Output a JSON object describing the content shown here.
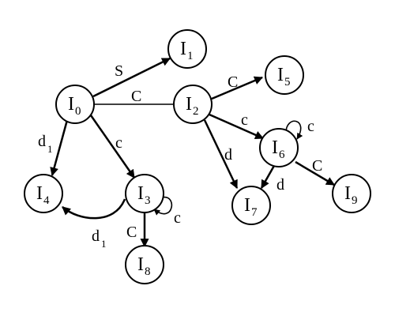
{
  "nodes": [
    {
      "id": "I0",
      "label": "I",
      "sub": "0"
    },
    {
      "id": "I1",
      "label": "I",
      "sub": "1"
    },
    {
      "id": "I2",
      "label": "I",
      "sub": "2"
    },
    {
      "id": "I3",
      "label": "I",
      "sub": "3"
    },
    {
      "id": "I4",
      "label": "I",
      "sub": "4"
    },
    {
      "id": "I5",
      "label": "I",
      "sub": "5"
    },
    {
      "id": "I6",
      "label": "I",
      "sub": "6"
    },
    {
      "id": "I7",
      "label": "I",
      "sub": "7"
    },
    {
      "id": "I8",
      "label": "I",
      "sub": "8"
    },
    {
      "id": "I9",
      "label": "I",
      "sub": "9"
    }
  ],
  "edges": [
    {
      "from": "I0",
      "to": "I1",
      "label": "S",
      "sub": ""
    },
    {
      "from": "I0",
      "to": "I2",
      "label": "C",
      "sub": ""
    },
    {
      "from": "I0",
      "to": "I4",
      "label": "d",
      "sub": "1"
    },
    {
      "from": "I0",
      "to": "I3",
      "label": "c",
      "sub": ""
    },
    {
      "from": "I2",
      "to": "I5",
      "label": "C",
      "sub": ""
    },
    {
      "from": "I2",
      "to": "I6",
      "label": "c",
      "sub": ""
    },
    {
      "from": "I2",
      "to": "I7",
      "label": "d",
      "sub": ""
    },
    {
      "from": "I3",
      "to": "I3",
      "label": "c",
      "sub": ""
    },
    {
      "from": "I3",
      "to": "I4",
      "label": "d",
      "sub": "1"
    },
    {
      "from": "I3",
      "to": "I8",
      "label": "C",
      "sub": ""
    },
    {
      "from": "I6",
      "to": "I6",
      "label": "c",
      "sub": ""
    },
    {
      "from": "I6",
      "to": "I7",
      "label": "d",
      "sub": ""
    },
    {
      "from": "I6",
      "to": "I9",
      "label": "C",
      "sub": ""
    }
  ]
}
